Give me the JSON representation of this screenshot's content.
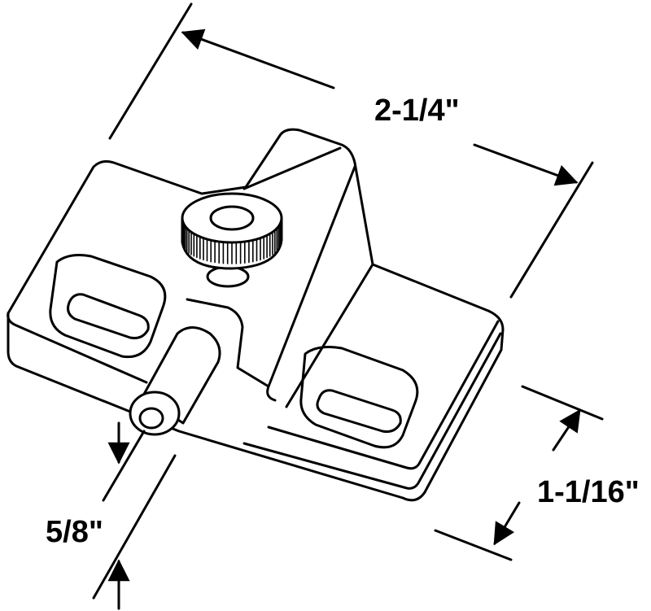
{
  "dimensions": {
    "length": "2-1/4\"",
    "height": "1-1/16\"",
    "pin_height": "5/8\""
  },
  "colors": {
    "ink": "#000000",
    "paper": "#ffffff"
  }
}
